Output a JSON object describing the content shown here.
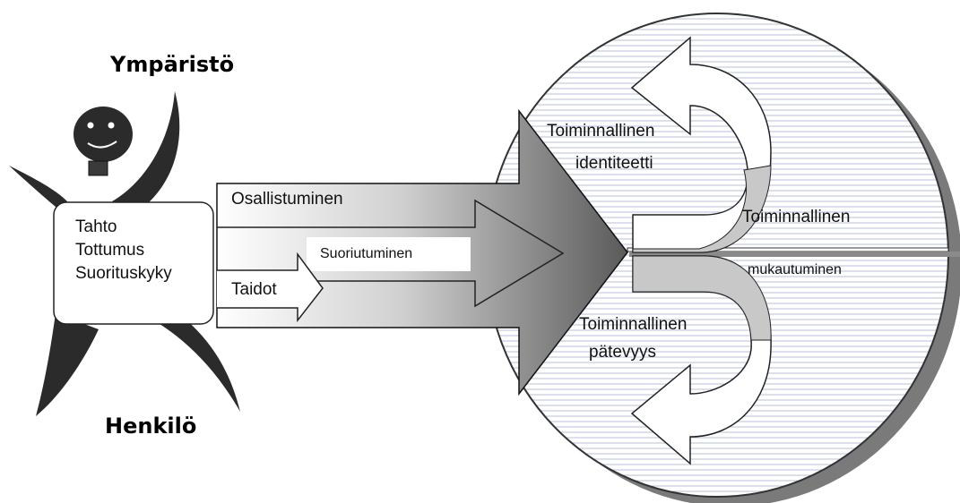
{
  "labels": {
    "environment": "Ympäristö",
    "person": "Henkilö",
    "person_box": [
      "Tahto",
      "Tottumus",
      "Suorituskyky"
    ],
    "participation": "Osallistuminen",
    "performance": "Suoriutuminen",
    "skills": "Taidot",
    "identity_1": "Toiminnallinen",
    "identity_2": "identiteetti",
    "adaptation_1": "Toiminnallinen",
    "adaptation_2": "mukautuminen",
    "competence_1": "Toiminnallinen",
    "competence_2": "pätevyys"
  },
  "colors": {
    "figure": "#2b2b2b",
    "circle_lines": "#b8bfd8",
    "arrow_dark": "#5a5a5a",
    "curl_fill": "#c8c8c8",
    "shadow": "#7a7a7a"
  }
}
